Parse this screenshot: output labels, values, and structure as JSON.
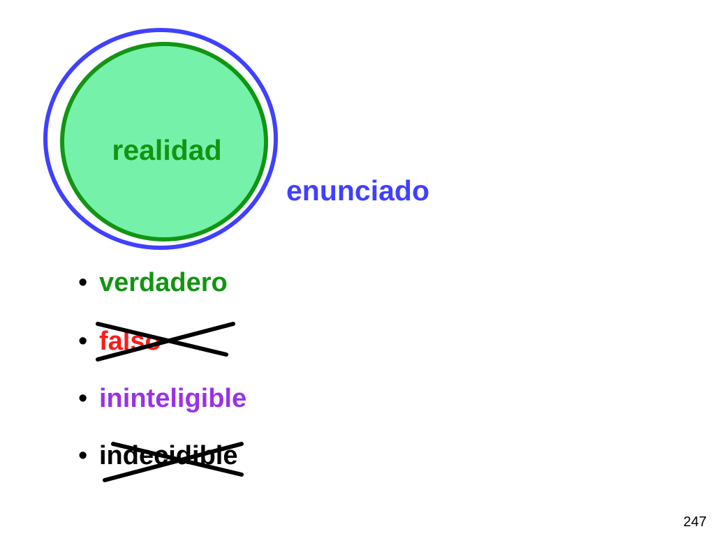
{
  "diagram": {
    "inner_circle_label": "realidad",
    "outer_circle_label": "enunciado"
  },
  "bullets": [
    {
      "text": "verdadero",
      "crossed_out": false,
      "color": "#129512"
    },
    {
      "text": "falso",
      "crossed_out": true,
      "color": "#ff1a1a"
    },
    {
      "text": "ininteligible",
      "crossed_out": false,
      "color": "#9932e6"
    },
    {
      "text": "indecidible",
      "crossed_out": true,
      "color": "#000000"
    }
  ],
  "bullet_symbol": "•",
  "colors": {
    "outer_circle": "#4040ff",
    "inner_circle_stroke": "#129512",
    "inner_circle_fill": "#76f1a9",
    "cross_mark": "#000000"
  },
  "page_number": "247"
}
